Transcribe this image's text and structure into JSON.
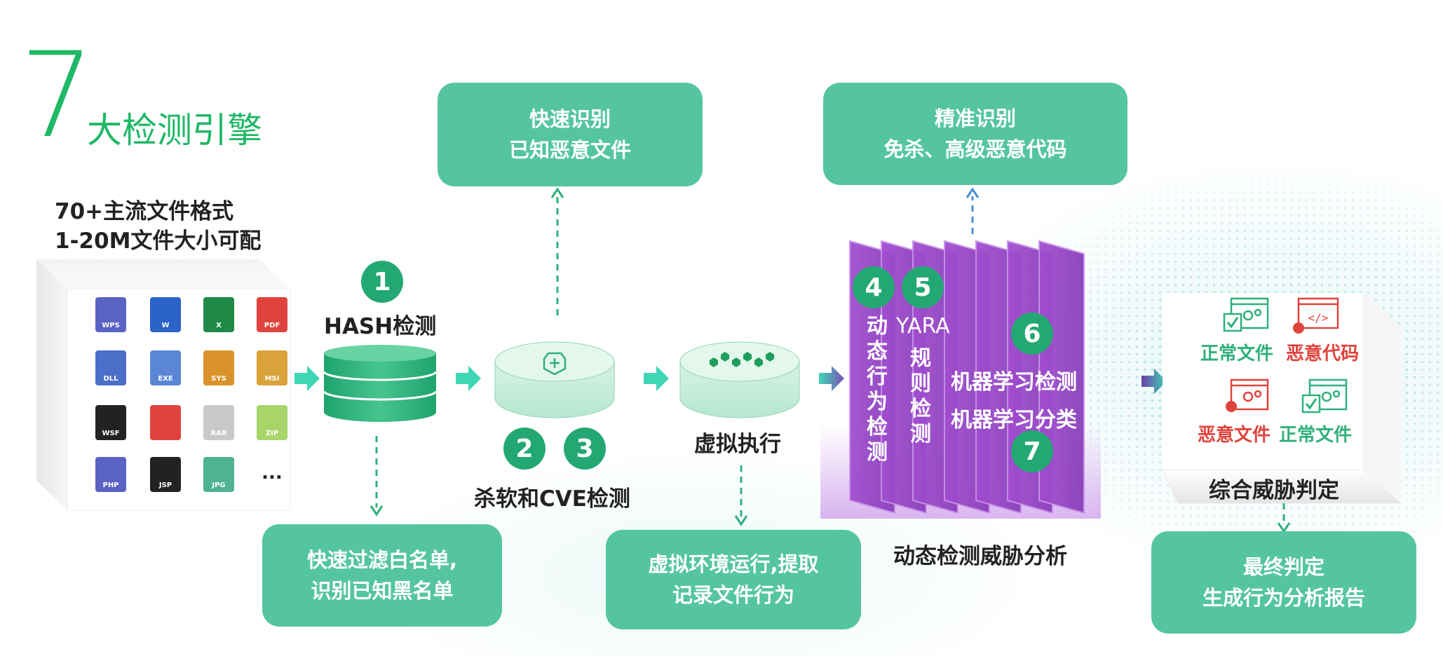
{
  "header": {
    "number": "7",
    "title": "大检测引擎"
  },
  "formats": {
    "line1": "70+主流文件格式",
    "line2": "1-20M文件大小可配"
  },
  "file_icons": [
    {
      "name": "wps-icon",
      "label": "WPS"
    },
    {
      "name": "word-icon",
      "label": "W"
    },
    {
      "name": "excel-icon",
      "label": "X"
    },
    {
      "name": "pdf-icon",
      "label": "PDF"
    },
    {
      "name": "dll-icon",
      "label": "DLL"
    },
    {
      "name": "exe-icon",
      "label": "EXE"
    },
    {
      "name": "sys-icon",
      "label": "SYS"
    },
    {
      "name": "msi-icon",
      "label": "MSI"
    },
    {
      "name": "wsf-icon",
      "label": "WSF"
    },
    {
      "name": "adobe-icon",
      "label": ""
    },
    {
      "name": "rar-icon",
      "label": "RAR"
    },
    {
      "name": "zip-icon",
      "label": "ZIP"
    },
    {
      "name": "php-icon",
      "label": "PHP"
    },
    {
      "name": "jsp-icon",
      "label": "JSP"
    },
    {
      "name": "jpg-icon",
      "label": "JPG"
    },
    {
      "name": "more-icon",
      "label": "..."
    }
  ],
  "steps": {
    "hash": {
      "num": "1",
      "label": "HASH检测"
    },
    "av": {
      "num2": "2",
      "num3": "3",
      "label": "杀软和CVE检测"
    },
    "virtual": {
      "label": "虚拟执行"
    },
    "dynamic": {
      "num4": "4",
      "num5": "5",
      "num6": "6",
      "num7": "7",
      "behavior": "动态行为检测",
      "yara": "YARA",
      "rule": "规则检测",
      "ml_detect": "机器学习检测",
      "ml_classify": "机器学习分类",
      "label": "动态检测威胁分析"
    },
    "verdict": {
      "normal_file_1": "正常文件",
      "malicious_code": "恶意代码",
      "malicious_file": "恶意文件",
      "normal_file_2": "正常文件",
      "label": "综合威胁判定"
    }
  },
  "callouts": {
    "fast_identify": [
      "快速识别",
      "已知恶意文件"
    ],
    "precise_identify": [
      "精准识别",
      "免杀、高级恶意代码"
    ],
    "whitelist": [
      "快速过滤白名单,",
      "识别已知黑名单"
    ],
    "sandbox": [
      "虚拟环境运行,提取",
      "记录文件行为"
    ],
    "final": [
      "最终判定",
      "生成行为分析报告"
    ]
  },
  "colors": {
    "accent": "#1fb866",
    "box": "#55c5a1",
    "circle": "#24a873",
    "purple": "#9b4fc7",
    "danger": "#e0433d"
  }
}
